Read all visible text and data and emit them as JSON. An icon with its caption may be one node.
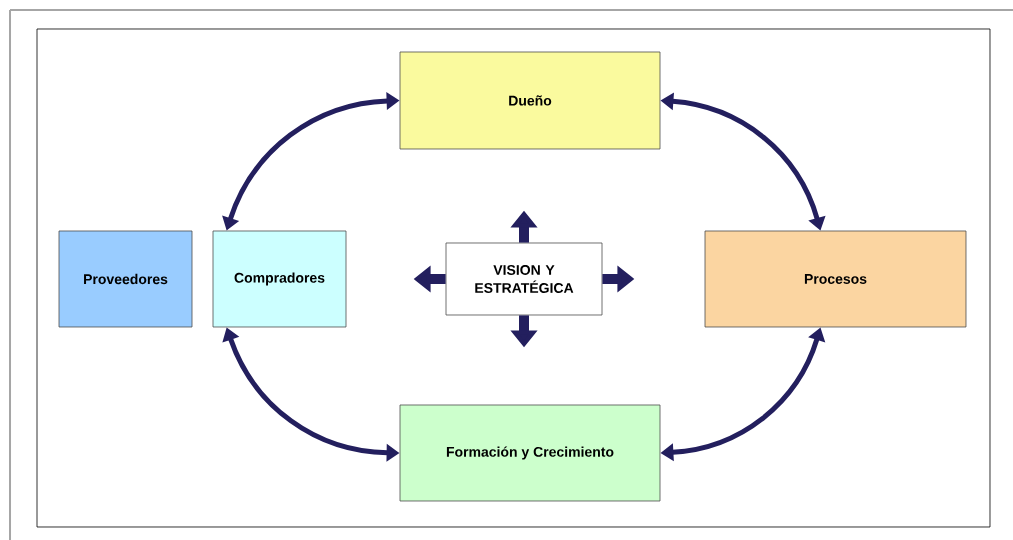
{
  "diagram": {
    "nodes": [
      {
        "text": [
          "Dueño"
        ]
      },
      {
        "text": [
          "Proveedores"
        ]
      },
      {
        "text": [
          "Compradores"
        ]
      },
      {
        "text": [
          "VISION Y ESTRATÉGICA"
        ]
      },
      {
        "text": [
          "Procesos"
        ]
      },
      {
        "text": [
          "Formación y Crecimiento"
        ]
      }
    ],
    "edges": [
      {
        "from": 2,
        "to": 0,
        "arrow": "both"
      },
      {
        "from": 0,
        "to": 4,
        "arrow": "both"
      },
      {
        "from": 4,
        "to": 5,
        "arrow": "both"
      },
      {
        "from": 5,
        "to": 2,
        "arrow": "both"
      },
      {
        "from": 3,
        "to": null,
        "arrow": "to",
        "style": "thick"
      },
      {
        "from": 3,
        "to": null,
        "arrow": "to",
        "style": "thick"
      },
      {
        "from": 3,
        "to": null,
        "arrow": "to",
        "style": "thick"
      },
      {
        "from": 3,
        "to": null,
        "arrow": "to",
        "style": "thick"
      }
    ]
  }
}
